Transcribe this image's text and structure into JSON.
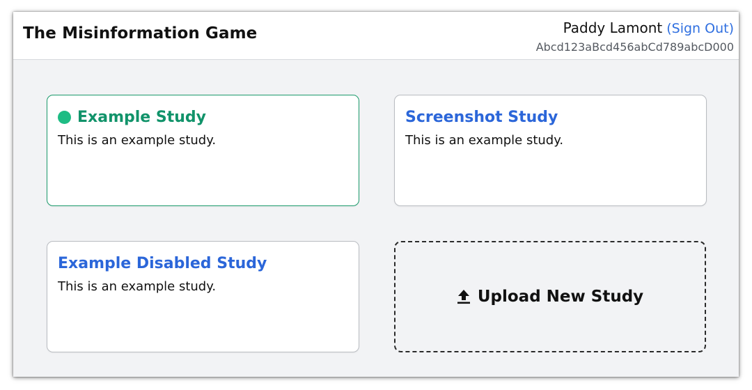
{
  "header": {
    "title": "The Misinformation Game",
    "user_name": "Paddy Lamont",
    "sign_out_label": "(Sign Out)",
    "user_id": "Abcd123aBcd456abCd789abcD000"
  },
  "studies": [
    {
      "title": "Example Study",
      "description": "This is an example study.",
      "status": "enabled",
      "status_color": "#1ebc84"
    },
    {
      "title": "Screenshot Study",
      "description": "This is an example study."
    },
    {
      "title": "Example Disabled Study",
      "description": "This is an example study."
    }
  ],
  "upload": {
    "label": "Upload New Study",
    "icon": "upload-icon"
  },
  "colors": {
    "link": "#2b66d9",
    "enabled": "#11936a",
    "background": "#f2f3f5"
  }
}
